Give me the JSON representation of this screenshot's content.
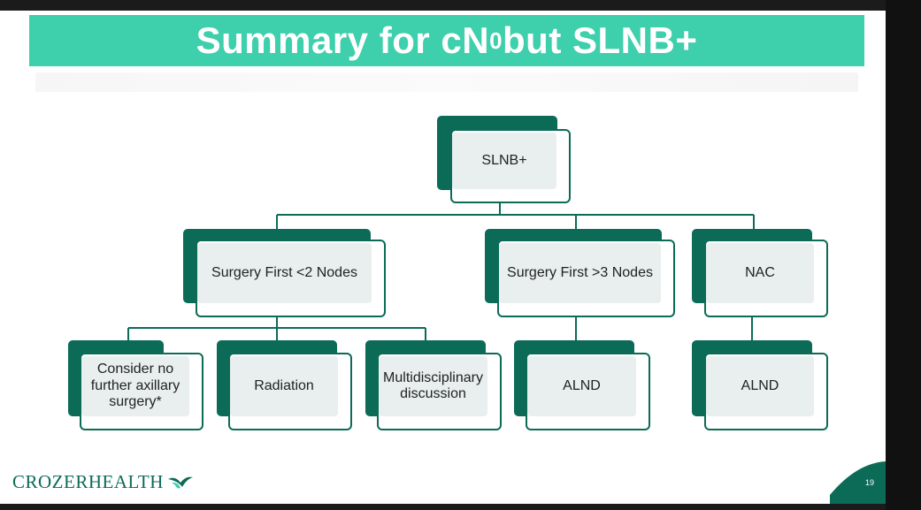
{
  "slide": {
    "title_main": "Summary for cN",
    "title_sub": "0",
    "title_rest": " but SLNB+",
    "page_number": "19"
  },
  "diagram": {
    "root": "SLNB+",
    "level1": [
      "Surgery First <2 Nodes",
      "Surgery First >3 Nodes",
      "NAC"
    ],
    "level2": [
      "Consider no further axillary surgery*",
      "Radiation",
      "Multidisciplinary discussion",
      "ALND",
      "ALND"
    ]
  },
  "footer": {
    "logo_text": "CROZERHEALTH"
  },
  "colors": {
    "title_bar": "#3ecfac",
    "node_dark": "#0c6b57",
    "node_fill": "#e8efee"
  }
}
